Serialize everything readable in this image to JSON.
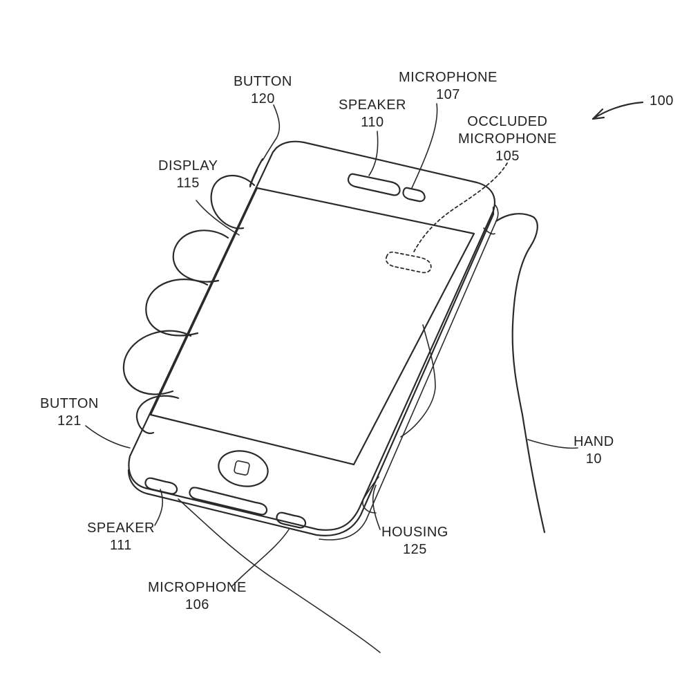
{
  "figure": {
    "ref_number": "100",
    "labels": {
      "button_120": {
        "name": "BUTTON",
        "num": "120"
      },
      "microphone_107": {
        "name": "MICROPHONE",
        "num": "107"
      },
      "speaker_110": {
        "name": "SPEAKER",
        "num": "110"
      },
      "occluded_microphone_105": {
        "name_line1": "OCCLUDED",
        "name_line2": "MICROPHONE",
        "num": "105"
      },
      "display_115": {
        "name": "DISPLAY",
        "num": "115"
      },
      "button_121": {
        "name": "BUTTON",
        "num": "121"
      },
      "hand_10": {
        "name": "HAND",
        "num": "10"
      },
      "speaker_111": {
        "name": "SPEAKER",
        "num": "111"
      },
      "housing_125": {
        "name": "HOUSING",
        "num": "125"
      },
      "microphone_106": {
        "name": "MICROPHONE",
        "num": "106"
      }
    }
  }
}
